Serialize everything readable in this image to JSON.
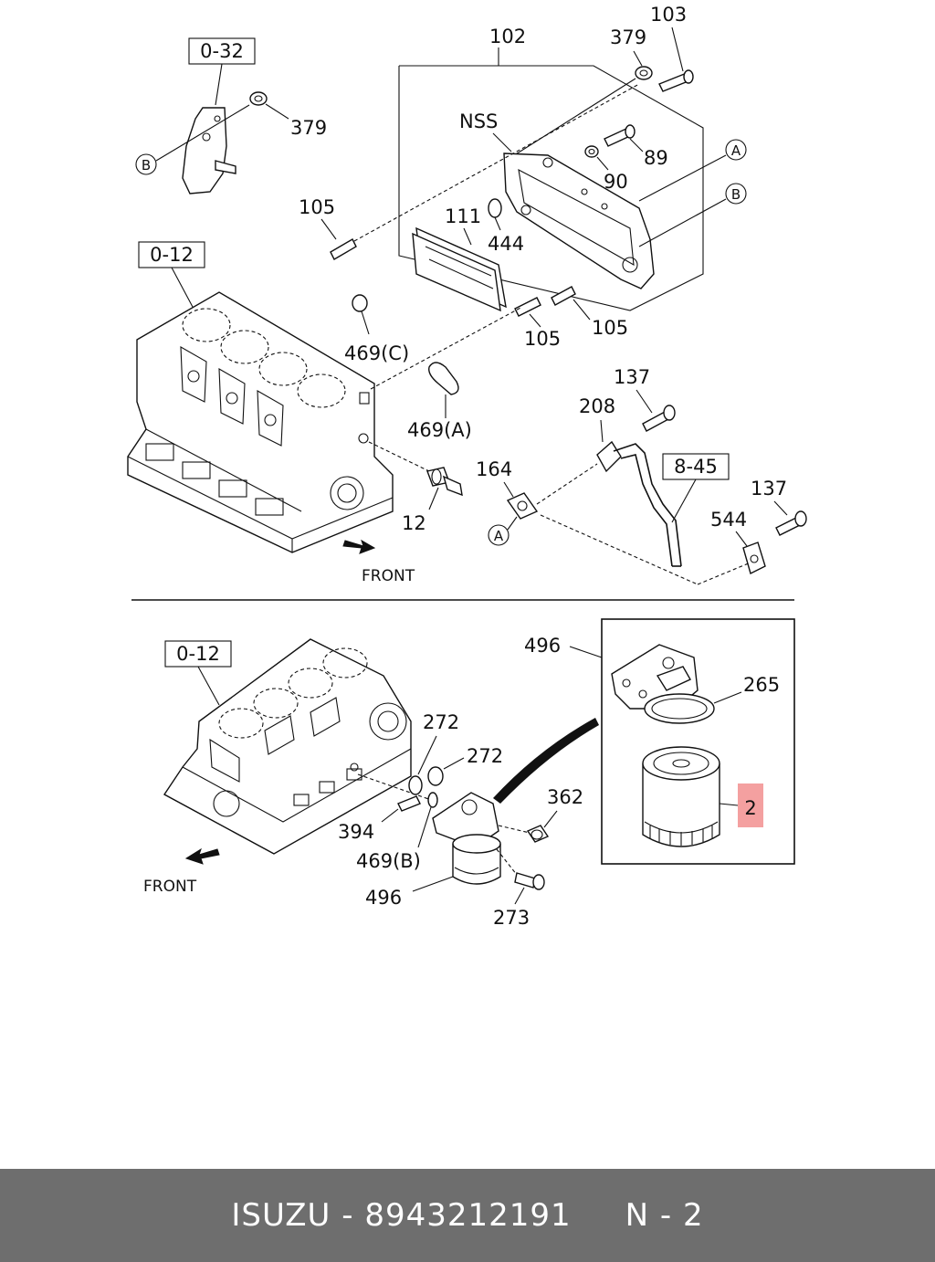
{
  "top": {
    "refs": [
      "0-32",
      "0-12",
      "8-45"
    ],
    "labels": {
      "p102": "102",
      "p103": "103",
      "p379a": "379",
      "p379b": "379",
      "nss": "NSS",
      "p89": "89",
      "p90": "90",
      "p111": "111",
      "p444": "444",
      "p105a": "105",
      "p105b": "105",
      "p105c": "105",
      "p469c": "469(C)",
      "p469a": "469(A)",
      "p12": "12",
      "p137a": "137",
      "p208": "208",
      "p164": "164",
      "p137b": "137",
      "p544": "544",
      "front": "FRONT"
    },
    "circles": {
      "a1": "A",
      "b1": "B",
      "b2": "B",
      "a2": "A"
    }
  },
  "bottom": {
    "refs": [
      "0-12"
    ],
    "labels": {
      "p496a": "496",
      "p265": "265",
      "p272a": "272",
      "p272b": "272",
      "p362": "362",
      "p394": "394",
      "p469b": "469(B)",
      "p496b": "496",
      "p273": "273",
      "front": "FRONT"
    },
    "highlight": {
      "label": "2",
      "color": "#f4a0a0"
    }
  },
  "footer": {
    "text": "ISUZU - 8943212191     N - 2"
  }
}
